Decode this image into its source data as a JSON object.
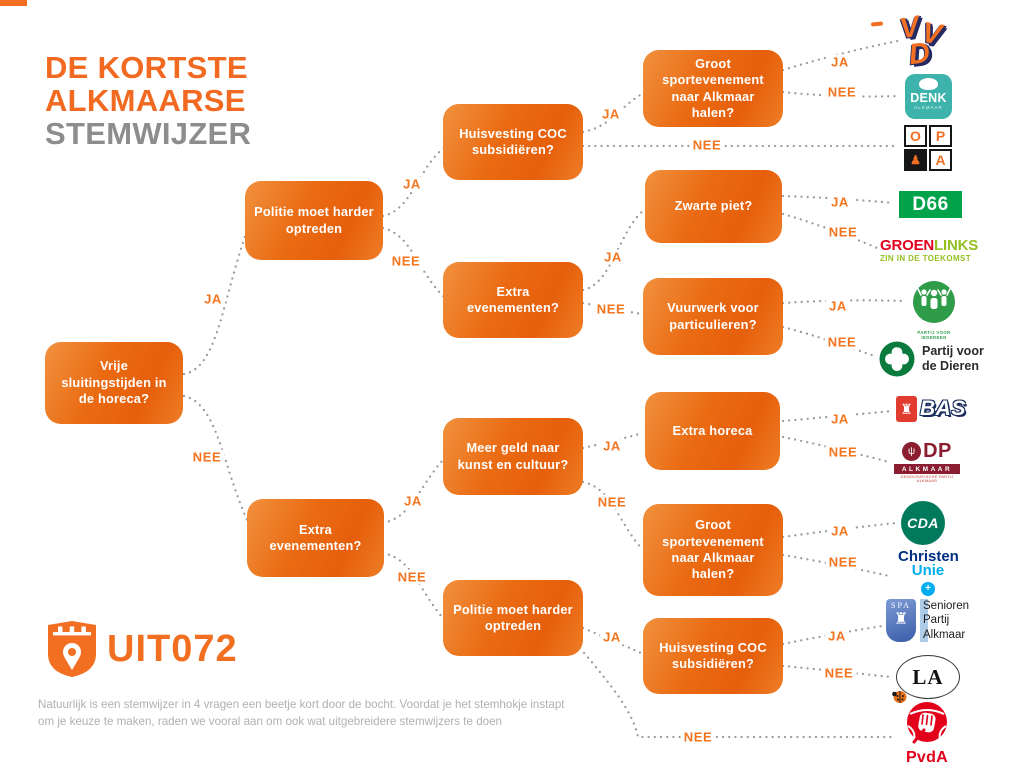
{
  "title": {
    "lines": [
      "DE KORTSTE",
      "ALKMAARSE",
      "STEMWIJZER"
    ]
  },
  "questions": [
    {
      "id": "vrije-sluitingstijden",
      "label": "Vrije sluitingstijden in de horeca?"
    },
    {
      "id": "politie-harder-boven",
      "label": "Politie moet harder optreden"
    },
    {
      "id": "huisvesting-coc-boven",
      "label": "Huisvesting COC subsidiëren?"
    },
    {
      "id": "groot-sportevenement-boven",
      "label": "Groot sportevenement naar Alkmaar halen?"
    },
    {
      "id": "zwarte-piet",
      "label": "Zwarte piet?"
    },
    {
      "id": "extra-evenementen-boven",
      "label": "Extra evenementen?"
    },
    {
      "id": "vuurwerk-particulieren",
      "label": "Vuurwerk voor particulieren?"
    },
    {
      "id": "extra-evenementen-onder",
      "label": "Extra evenementen?"
    },
    {
      "id": "meer-geld-kunst-cultuur",
      "label": "Meer geld naar kunst en cultuur?"
    },
    {
      "id": "extra-horeca",
      "label": "Extra horeca"
    },
    {
      "id": "groot-sportevenement-onder",
      "label": "Groot sportevenement naar Alkmaar halen?"
    },
    {
      "id": "politie-harder-onder",
      "label": "Politie moet harder optreden"
    },
    {
      "id": "huisvesting-coc-onder",
      "label": "Huisvesting COC subsidiëren?"
    }
  ],
  "edge_labels": [
    "JA",
    "NEE",
    "JA",
    "NEE",
    "JA",
    "NEE",
    "JA",
    "NEE",
    "JA",
    "NEE",
    "JA",
    "NEE",
    "JA",
    "NEE",
    "JA",
    "NEE",
    "JA",
    "NEE",
    "JA",
    "NEE",
    "JA",
    "NEE",
    "JA",
    "NEE",
    "JA",
    "NEE"
  ],
  "parties": {
    "vvd": {
      "letters": [
        "V",
        "V",
        "D"
      ]
    },
    "denk": {
      "name": "DENK",
      "sub": "ALKMAAR"
    },
    "opa": {
      "letters": [
        "O",
        "P",
        "A"
      ],
      "figure": "♟"
    },
    "d66": {
      "name": "D66"
    },
    "groenlinks": {
      "part1": "GROEN",
      "part2": "LINKS",
      "tagline": "ZIN IN DE TOEKOMST"
    },
    "iedereen": {
      "caption": "PARTIJ VOOR IEDEREEN"
    },
    "dieren": {
      "line1": "Partij voor",
      "line2": "de Dieren"
    },
    "bas": {
      "name": "BAS",
      "tower": "♜"
    },
    "dp": {
      "name": "DP",
      "sub": "ALKMAAR",
      "caption": "DEMOCRATISCHE PARTIJ ALKMAAR"
    },
    "cda": {
      "name": "CDA"
    },
    "christenunie": {
      "part1": "Christen",
      "part2": "Unie",
      "plus": "+"
    },
    "spa": {
      "abbr": "SPA",
      "tower": "♜",
      "lines": [
        "Senioren",
        "Partij",
        "Alkmaar"
      ]
    },
    "la": {
      "name": "LA"
    },
    "pvda": {
      "name": "PvdA"
    }
  },
  "footer": {
    "brand": "UIT072",
    "note1": "Natuurlijk is een stemwijzer in 4 vragen een beetje kort door de bocht. Voordat je het stemhokje instapt",
    "note2": "om je keuze te maken, raden we vooral aan om ook wat uitgebreidere stemwijzers te doen"
  },
  "colors": {
    "accent_orange": "#f26f21",
    "title_gray": "#8d8d8d",
    "line_gray": "#9a9a9a",
    "box_orange": "#e8650f"
  }
}
